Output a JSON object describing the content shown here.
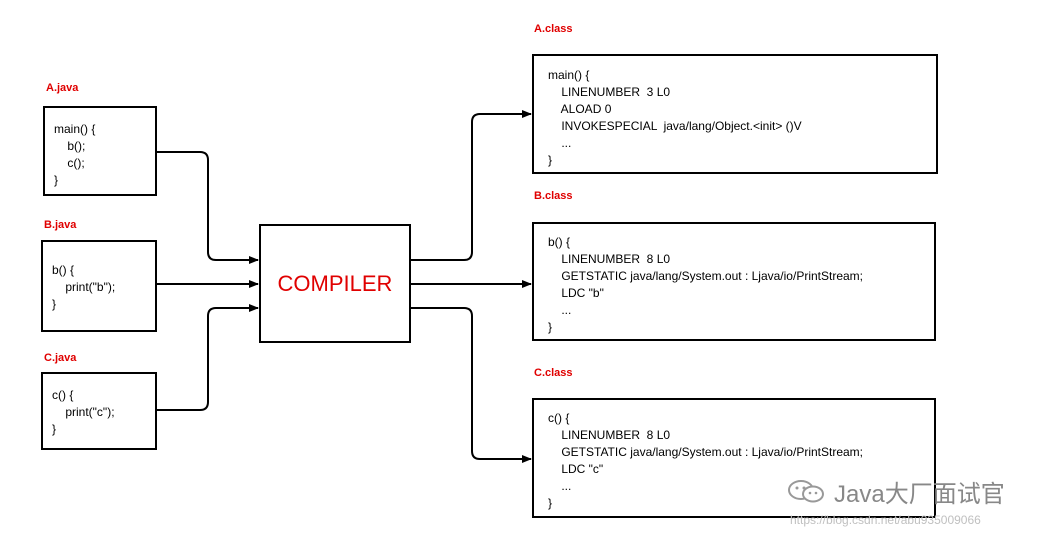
{
  "inputs": [
    {
      "label": "A.java",
      "code": "main() {\n    b();\n    c();\n}"
    },
    {
      "label": "B.java",
      "code": "b() {\n    print(\"b\");\n}"
    },
    {
      "label": "C.java",
      "code": "c() {\n    print(\"c\");\n}"
    }
  ],
  "compiler": {
    "label": "COMPILER"
  },
  "outputs": [
    {
      "label": "A.class",
      "code": "main() {\n    LINENUMBER  3 L0\n    ALOAD 0\n    INVOKESPECIAL  java/lang/Object.<init> ()V\n    ...\n}"
    },
    {
      "label": "B.class",
      "code": "b() {\n    LINENUMBER  8 L0\n    GETSTATIC java/lang/System.out : Ljava/io/PrintStream;\n    LDC \"b\"\n    ...\n}"
    },
    {
      "label": "C.class",
      "code": "c() {\n    LINENUMBER  8 L0\n    GETSTATIC java/lang/System.out : Ljava/io/PrintStream;\n    LDC \"c\"\n    ...\n}"
    }
  ],
  "watermark": {
    "text": "Java大厂面试官",
    "url": "https://blog.csdn.net/abu935009066"
  },
  "colors": {
    "label": "#e00000",
    "compiler_text": "#e00000",
    "stroke": "#000000"
  }
}
